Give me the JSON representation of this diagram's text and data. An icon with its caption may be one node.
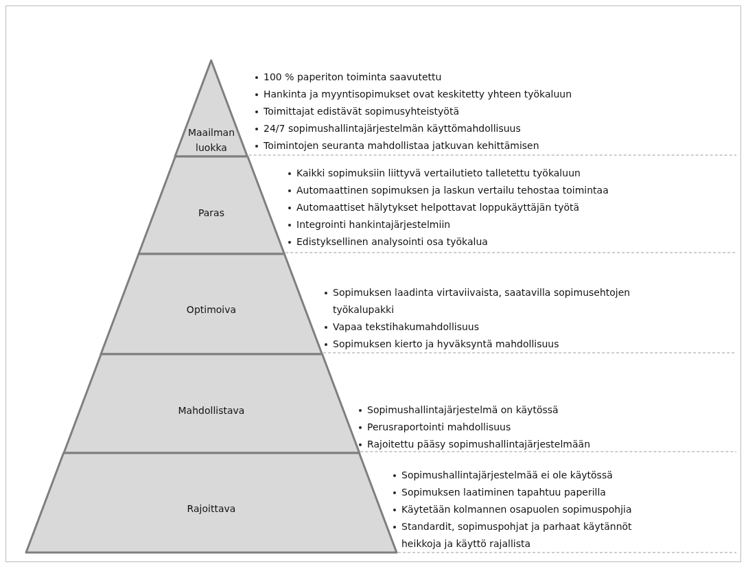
{
  "diagram": {
    "nodes": [
      {
        "text": [
          "Maailman luokka"
        ],
        "beside": [
          "100 % paperiton toiminta saavutettu",
          "Hankinta ja myyntisopimukset ovat keskitetty yhteen työkaluun",
          "Toimittajat edistävät sopimusyhteistyötä",
          "24/7 sopimushallintajärjestelmän käyttömahdollisuus",
          "Toimintojen seuranta mahdollistaa jatkuvan kehittämisen"
        ]
      },
      {
        "text": [
          "Paras"
        ],
        "beside": [
          "Kaikki sopimuksiin liittyvä vertailutieto talletettu työkaluun",
          "Automaattinen sopimuksen ja laskun vertailu tehostaa toimintaa",
          "Automaattiset hälytykset helpottavat loppukäyttäjän työtä",
          "Integrointi hankintajärjestelmiin",
          "Edistyksellinen analysointi osa työkalua"
        ]
      },
      {
        "text": [
          "Optimoiva"
        ],
        "beside": [
          "Sopimuksen laadinta virtaviivaista, saatavilla sopimusehtojen työkalupakki",
          "Vapaa tekstihakumahdollisuus",
          "Sopimuksen kierto ja hyväksyntä mahdollisuus"
        ]
      },
      {
        "text": [
          "Mahdollistava"
        ],
        "beside": [
          "Sopimushallintajärjestelmä on käytössä",
          "Perusraportointi mahdollisuus",
          "Rajoitettu pääsy sopimushallintajärjestelmään"
        ]
      },
      {
        "text": [
          "Rajoittava"
        ],
        "beside": [
          "Sopimushallintajärjestelmää ei ole käytössä",
          "Sopimuksen laatiminen tapahtuu paperilla",
          "Käytetään kolmannen osapuolen sopimuspohjia",
          "Standardit, sopimuspohjat ja parhaat käytännöt heikkoja ja käyttö rajallista"
        ]
      }
    ]
  }
}
